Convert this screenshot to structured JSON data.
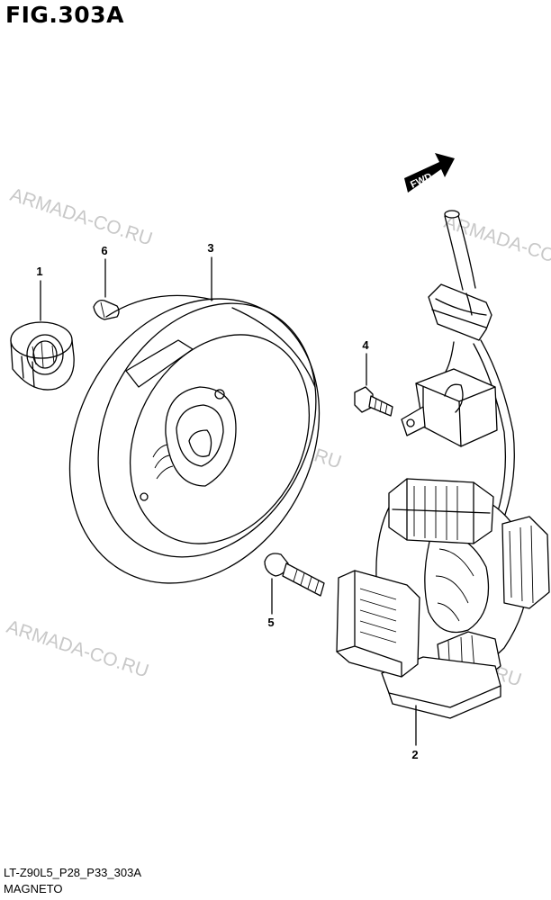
{
  "figure": {
    "title": "FIG.303A",
    "code": "LT-Z90L5_P28_P33_303A",
    "name": "MAGNETO"
  },
  "watermark": "ARMADA-CO.RU",
  "direction_marker": "FWD",
  "callouts": [
    "1",
    "6",
    "3",
    "4",
    "5",
    "2"
  ]
}
